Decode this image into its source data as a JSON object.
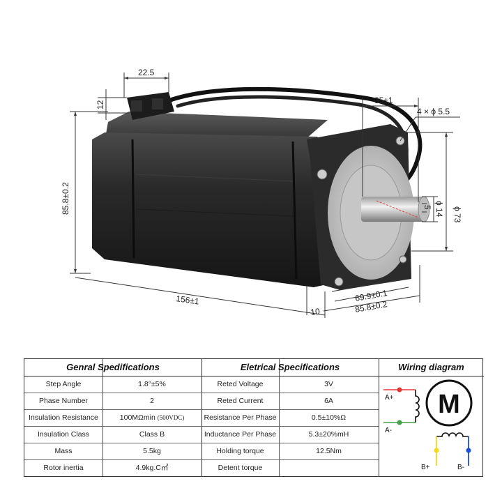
{
  "dimensions": {
    "connector_width": "22.5",
    "connector_height": "12",
    "body_height": "85.8±0.2",
    "length": "156±1",
    "shaft_length": "35±1",
    "mount_holes": "4 × ϕ 5.5",
    "bolt_circle": "ϕ 73",
    "shaft_diameter": "ϕ 14",
    "key_width": "5",
    "flange_thickness": "10",
    "hole_spacing": "69.9±0.1",
    "flange_width": "85.8±0.2"
  },
  "table": {
    "general_title": "Genral Spedifications",
    "electrical_title": "Eletrical Specifications",
    "wiring_title": "Wiring diagram",
    "general": [
      {
        "label": "Step Angle",
        "value": "1.8°±5%"
      },
      {
        "label": "Phase Number",
        "value": "2"
      },
      {
        "label": "Insulation Resistance",
        "value": "100MΩmin",
        "value_note": "(500VDC)"
      },
      {
        "label": "Insulation Class",
        "value": "Class B"
      },
      {
        "label": "Mass",
        "value": "5.5kg"
      },
      {
        "label": "Rotor inertia",
        "value": "4.9kg.C㎡"
      }
    ],
    "electrical": [
      {
        "label": "Reted Voltage",
        "value": "3V"
      },
      {
        "label": "Reted Current",
        "value": "6A"
      },
      {
        "label": "Resistance Per Phase",
        "value": "0.5±10%Ω"
      },
      {
        "label": "Inductance Per Phase",
        "value": "5.3±20%mH"
      },
      {
        "label": "Holding torque",
        "value": "12.5Nm"
      },
      {
        "label": "Detent torque",
        "value": ""
      }
    ]
  },
  "wiring": {
    "motor_letter": "M",
    "leads": {
      "a_plus": "A+",
      "a_minus": "A-",
      "b_plus": "B+",
      "b_minus": "B-"
    },
    "colors": {
      "a_plus": "#e53935",
      "a_minus": "#43a047",
      "b_plus": "#f9d71c",
      "b_minus": "#1e4fd8"
    }
  }
}
